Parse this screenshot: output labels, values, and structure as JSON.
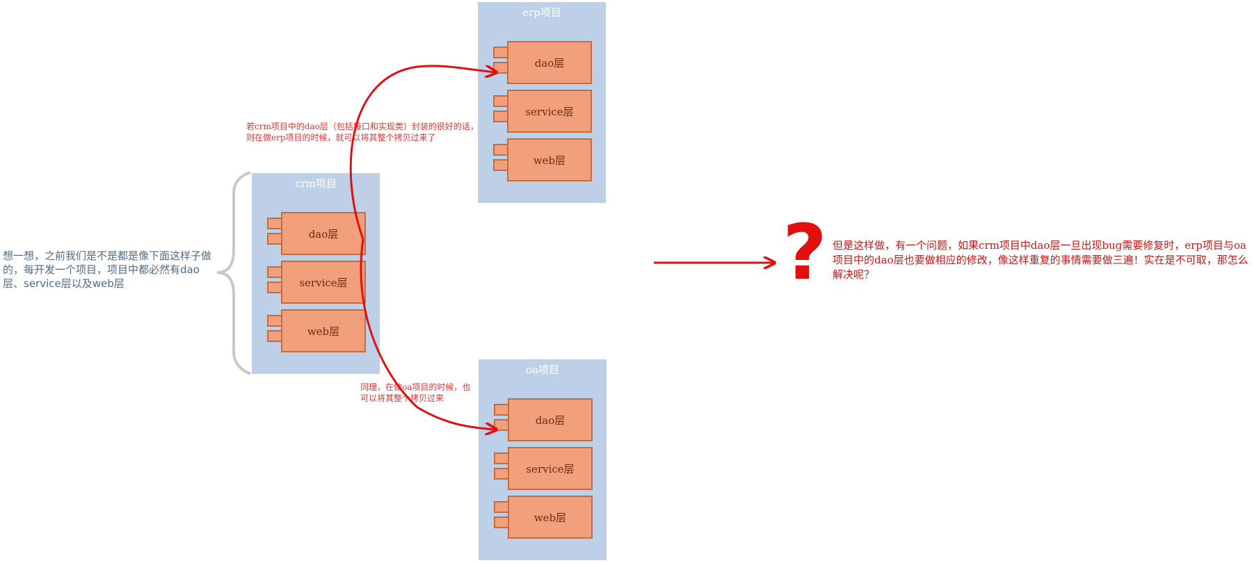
{
  "intro_text": "想一想，之前我们是不是都是像下面这样子做的，每开发一个项目，项目中都必然有dao层、service层以及web层",
  "projects": {
    "crm": {
      "title": "crm项目",
      "layers": [
        "dao层",
        "service层",
        "web层"
      ]
    },
    "erp": {
      "title": "erp项目",
      "layers": [
        "dao层",
        "service层",
        "web层"
      ]
    },
    "oa": {
      "title": "oa项目",
      "layers": [
        "dao层",
        "service层",
        "web层"
      ]
    }
  },
  "note_erp": "若crm项目中的dao层（包括接口和实现类）封装的很好的话，则在做erp项目的时候，就可以将其整个拷贝过来了",
  "note_oa": "同理，在做oa项目的时候，也可以将其整个拷贝过来",
  "question_mark": "?",
  "problem_text": "但是这样做，有一个问题，如果crm项目中dao层一旦出现bug需要修复时，erp项目与oa项目中的dao层也要做相应的修改，像这样重复的事情需要做三遍！实在是不可取，那怎么解决呢？",
  "colors": {
    "package_fill": "#bdd0e8",
    "component_fill": "#f2a07b",
    "component_border": "#c96a3c",
    "arrow": "#e01010"
  }
}
